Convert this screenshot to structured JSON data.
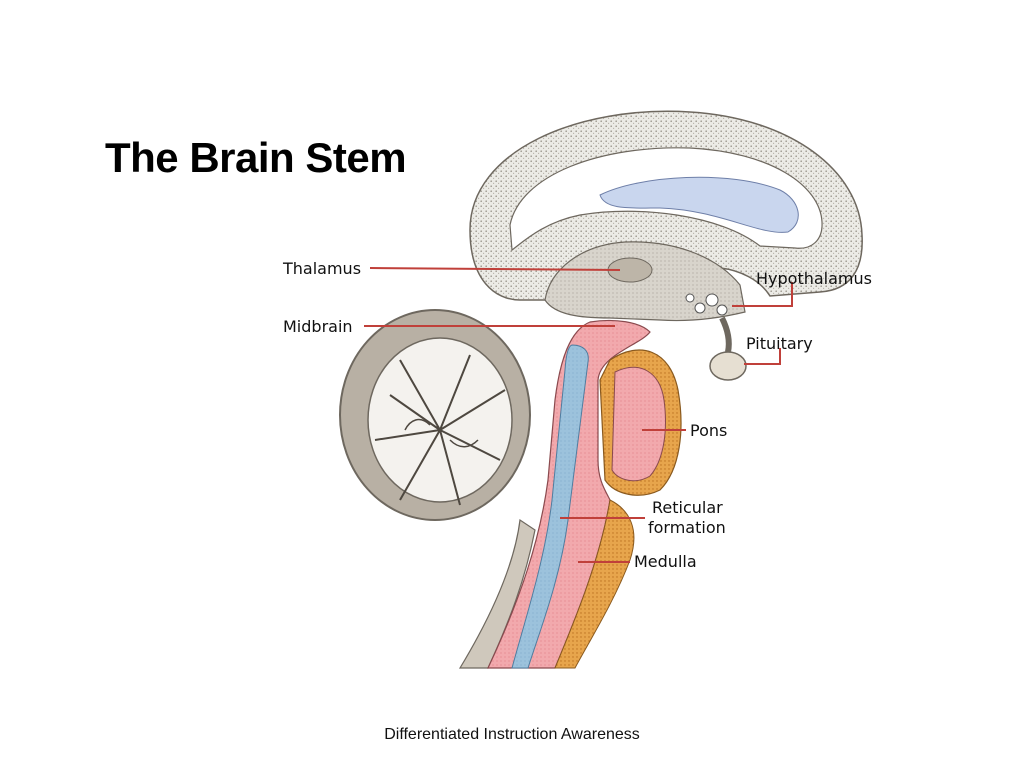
{
  "slide": {
    "title": "The Brain Stem",
    "footer": "Differentiated Instruction Awareness"
  },
  "diagram": {
    "labels": {
      "thalamus": "Thalamus",
      "midbrain": "Midbrain",
      "hypothalamus": "Hypothalamus",
      "pituitary": "Pituitary",
      "pons": "Pons",
      "reticular_line1": "Reticular",
      "reticular_line2": "formation",
      "medulla": "Medulla"
    },
    "colors": {
      "leader_line": "#c0403a",
      "brainstem_pink": "#f2a9ad",
      "ventricle_blue": "#8fb8d6",
      "pons_orange": "#e39a3a",
      "cortex_gray": "#d9d4cc",
      "cerebellum_gray": "#b8b0a4",
      "lateral_ventricle": "#c9d6ee"
    }
  }
}
